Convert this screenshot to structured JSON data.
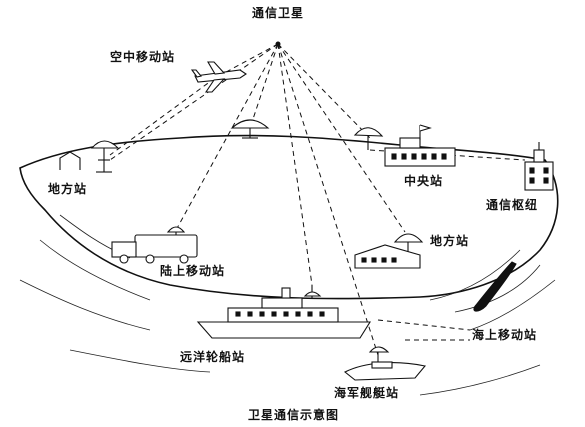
{
  "diagram": {
    "top_label": "通信卫星",
    "caption": "卫星通信示意图",
    "labels": {
      "air_mobile": "空中移动站",
      "ground_left": "地方站",
      "central": "中央站",
      "hub": "通信枢纽",
      "ground_right": "地方站",
      "land_mobile": "陆上移动站",
      "sea_mobile": "海上移动站",
      "ocean_ship": "远洋轮船站",
      "naval_ship": "海军舰艇站"
    }
  }
}
